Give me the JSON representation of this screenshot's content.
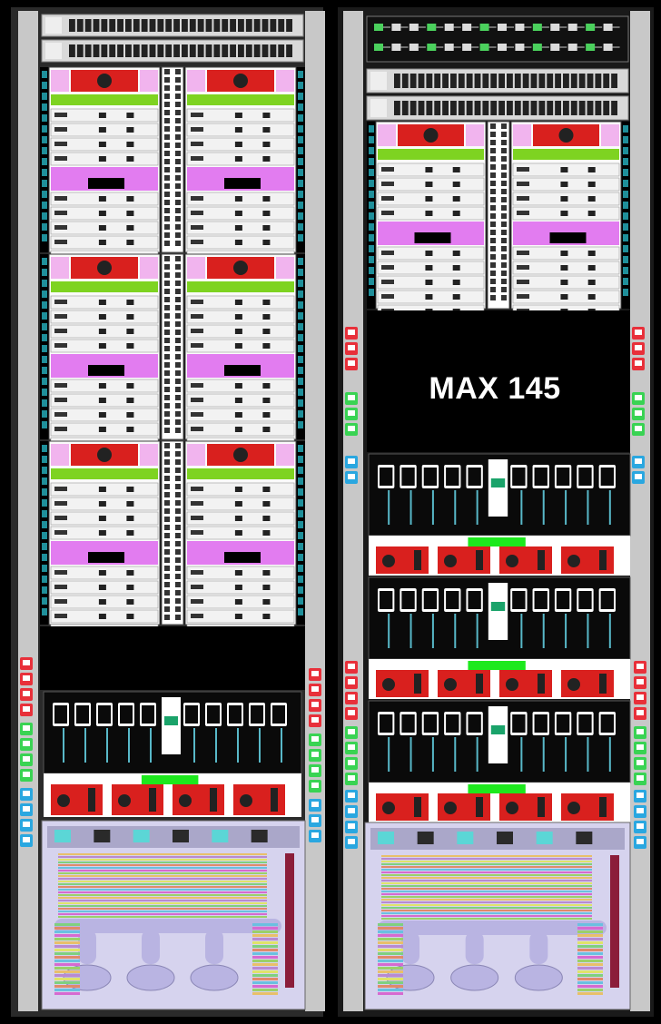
{
  "racks": [
    {
      "id": "left",
      "top_units": [
        "network-switch",
        "network-switch"
      ],
      "blade_chassis_count": 3,
      "lower_label": "",
      "cable_trays": "left-and-right",
      "bottom": "cooling-distribution-unit"
    },
    {
      "id": "right",
      "top_units": [
        "patch-panel",
        "network-switch",
        "network-switch"
      ],
      "blade_chassis_count": 1,
      "lower_label": "MAX 145",
      "cable_trays": "left-and-right",
      "bottom": "cooling-distribution-unit"
    }
  ],
  "colors": {
    "frame": "#c8c8c8",
    "blade": "#f2f2f2",
    "psu_red": "#d9201e",
    "accent_green": "#7ed321",
    "accent_magenta": "#e27cf0",
    "connector_red": "#e8303a",
    "connector_green": "#39d353",
    "connector_blue": "#2aa7e0",
    "cdu_lavender": "#b9b4e2"
  }
}
